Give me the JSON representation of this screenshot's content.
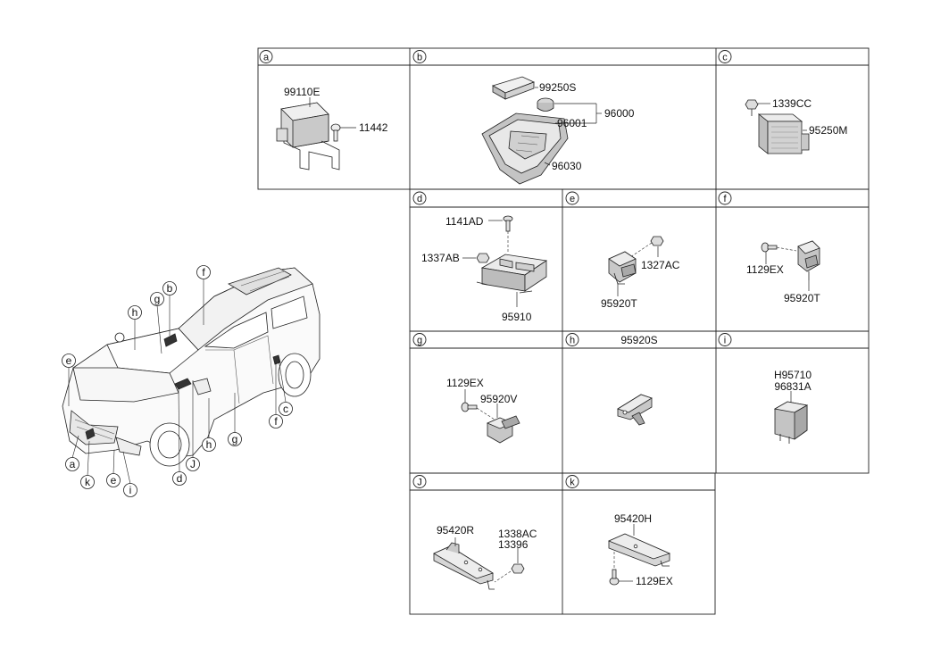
{
  "cells": {
    "a": {
      "letter": "a",
      "header_text": "",
      "parts": [
        "99110E",
        "11442"
      ]
    },
    "b": {
      "letter": "b",
      "header_text": "",
      "parts": [
        "99250S",
        "96000",
        "96001",
        "96030"
      ]
    },
    "c": {
      "letter": "c",
      "header_text": "",
      "parts": [
        "1339CC",
        "95250M"
      ]
    },
    "d": {
      "letter": "d",
      "header_text": "",
      "parts": [
        "1141AD",
        "1337AB",
        "95910"
      ]
    },
    "e": {
      "letter": "e",
      "header_text": "",
      "parts": [
        "1327AC",
        "95920T"
      ]
    },
    "f": {
      "letter": "f",
      "header_text": "",
      "parts": [
        "1129EX",
        "95920T"
      ]
    },
    "g": {
      "letter": "g",
      "header_text": "",
      "parts": [
        "1129EX",
        "95920V"
      ]
    },
    "h": {
      "letter": "h",
      "header_text": "95920S",
      "parts": []
    },
    "i": {
      "letter": "i",
      "header_text": "",
      "parts": [
        "H95710",
        "96831A"
      ]
    },
    "J": {
      "letter": "J",
      "header_text": "",
      "parts": [
        "95420R",
        "1338AC",
        "13396"
      ]
    },
    "k": {
      "letter": "k",
      "header_text": "",
      "parts": [
        "95420H",
        "1129EX"
      ]
    }
  },
  "callouts": {
    "vehicle": [
      "e",
      "h",
      "g",
      "b",
      "f",
      "a",
      "k",
      "e",
      "i",
      "d",
      "J",
      "h",
      "g",
      "f",
      "c"
    ]
  }
}
